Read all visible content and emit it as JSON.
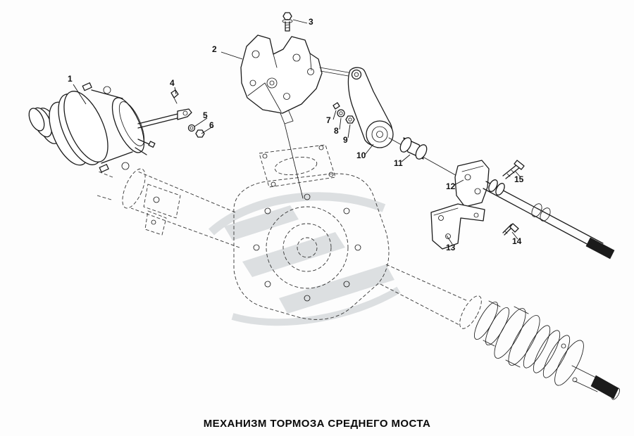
{
  "diagram": {
    "caption": "МЕХАНИЗМ ТОРМОЗА СРЕДНЕГО МОСТА",
    "labels": [
      {
        "id": "1"
      },
      {
        "id": "2"
      },
      {
        "id": "3"
      },
      {
        "id": "4"
      },
      {
        "id": "5"
      },
      {
        "id": "6"
      },
      {
        "id": "7"
      },
      {
        "id": "8"
      },
      {
        "id": "9"
      },
      {
        "id": "10"
      },
      {
        "id": "11"
      },
      {
        "id": "12"
      },
      {
        "id": "13"
      },
      {
        "id": "14"
      },
      {
        "id": "15"
      }
    ]
  }
}
